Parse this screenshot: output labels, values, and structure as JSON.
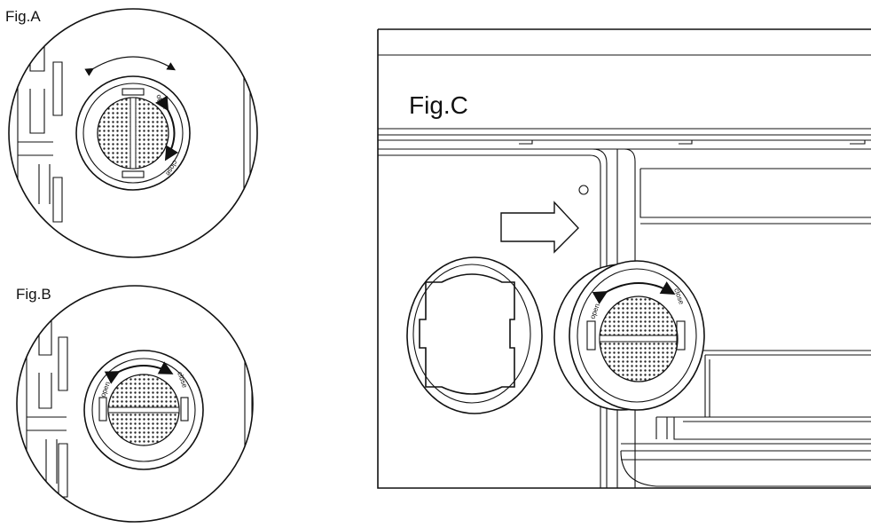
{
  "figures": {
    "a": {
      "label": "Fig.A",
      "knob_open": "open",
      "knob_close": "close"
    },
    "b": {
      "label": "Fig.B",
      "knob_open": "open",
      "knob_close": "close"
    },
    "c": {
      "label": "Fig.C",
      "knob_open": "open",
      "knob_close": "close"
    }
  },
  "colors": {
    "line": "#111111",
    "background": "#ffffff"
  }
}
